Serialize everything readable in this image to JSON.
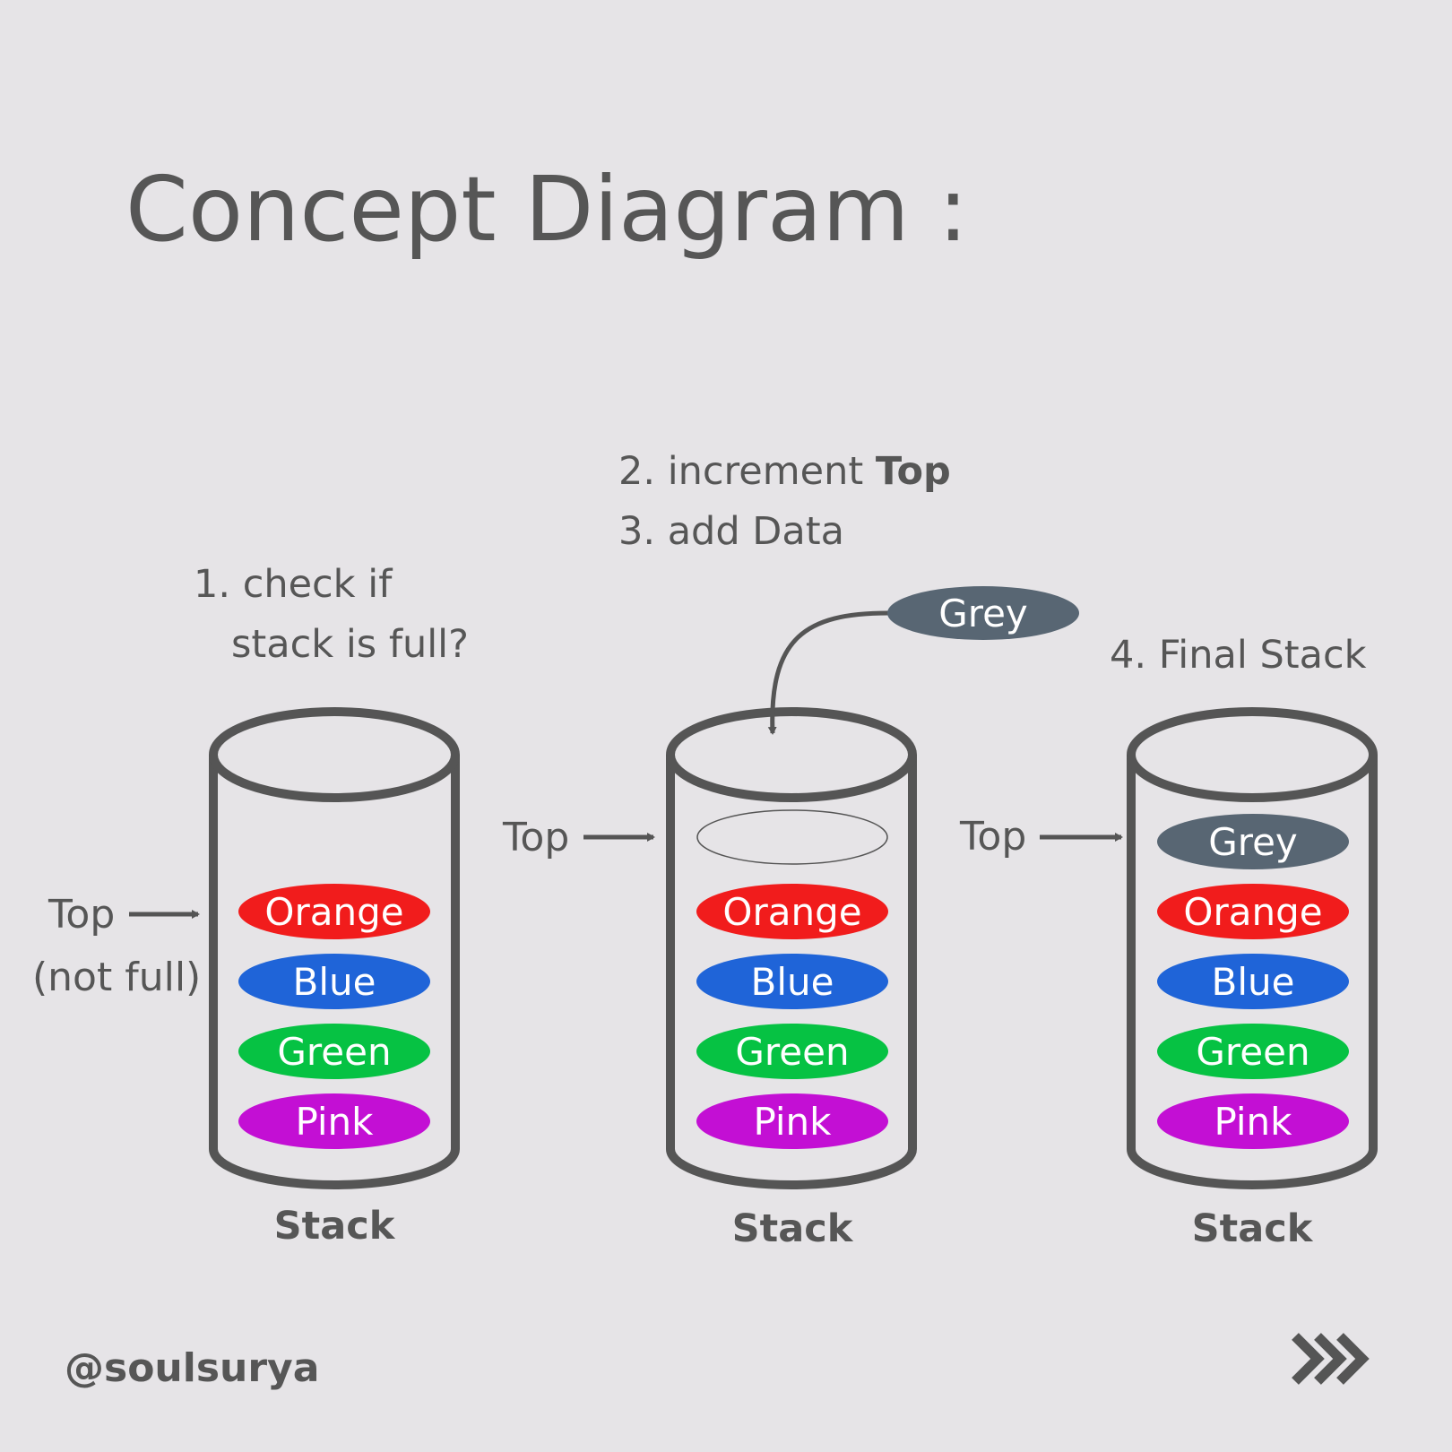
{
  "title": "Concept Diagram :",
  "steps": {
    "s1_line1": "1. check if",
    "s1_line2": "stack is full?",
    "s2_prefix": "2. increment ",
    "s2_bold": "Top",
    "s3": "3. add Data",
    "s4": "4. Final Stack"
  },
  "top_label": "Top",
  "not_full_label": "(not full)",
  "stack_label": "Stack",
  "incoming_item": {
    "label": "Grey",
    "color": "#586673"
  },
  "stacks": [
    {
      "items": [
        {
          "label": "Orange",
          "color": "#f11c1c"
        },
        {
          "label": "Blue",
          "color": "#1f64d8"
        },
        {
          "label": "Green",
          "color": "#06c243"
        },
        {
          "label": "Pink",
          "color": "#c30fd4"
        }
      ]
    },
    {
      "items": [
        {
          "label": "Orange",
          "color": "#f11c1c"
        },
        {
          "label": "Blue",
          "color": "#1f64d8"
        },
        {
          "label": "Green",
          "color": "#06c243"
        },
        {
          "label": "Pink",
          "color": "#c30fd4"
        }
      ]
    },
    {
      "items": [
        {
          "label": "Grey",
          "color": "#586673"
        },
        {
          "label": "Orange",
          "color": "#f11c1c"
        },
        {
          "label": "Blue",
          "color": "#1f64d8"
        },
        {
          "label": "Green",
          "color": "#06c243"
        },
        {
          "label": "Pink",
          "color": "#c30fd4"
        }
      ]
    }
  ],
  "handle": "@soulsurya",
  "next_icon": "triple-chevron-right-icon",
  "outline_color": "#555555"
}
